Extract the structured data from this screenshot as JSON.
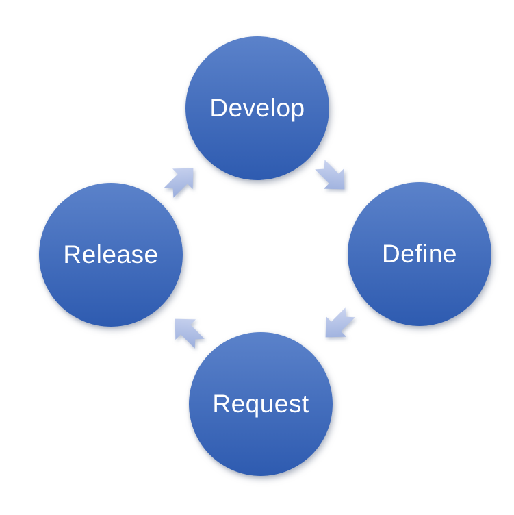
{
  "diagram": {
    "type": "cycle",
    "direction": "clockwise",
    "nodes": [
      {
        "label": "Develop"
      },
      {
        "label": "Define"
      },
      {
        "label": "Request"
      },
      {
        "label": "Release"
      }
    ],
    "arrows": [
      {
        "from": "Develop",
        "to": "Define"
      },
      {
        "from": "Define",
        "to": "Request"
      },
      {
        "from": "Request",
        "to": "Release"
      },
      {
        "from": "Release",
        "to": "Develop"
      }
    ],
    "colors": {
      "node_gradient_top": "#5b82ca",
      "node_gradient_bottom": "#2e5bb0",
      "node_text": "#ffffff",
      "arrow_gradient_light": "#c9d3ef",
      "arrow_gradient_dark": "#9cafdd",
      "background": "#ffffff"
    }
  }
}
